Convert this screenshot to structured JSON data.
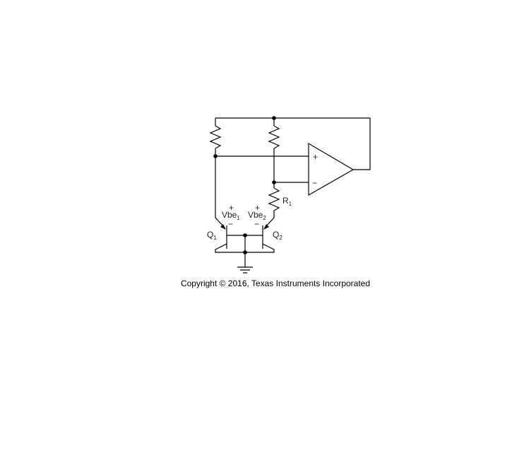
{
  "diagram": {
    "components": {
      "r1": {
        "name": "R",
        "sub": "1"
      },
      "q1": {
        "name": "Q",
        "sub": "1"
      },
      "q2": {
        "name": "Q",
        "sub": "2"
      },
      "vbe1": {
        "name": "Vbe",
        "sub": "1",
        "plus": "+",
        "minus": "−"
      },
      "vbe2": {
        "name": "Vbe",
        "sub": "2",
        "plus": "+",
        "minus": "−"
      }
    },
    "opamp": {
      "in_plus": "+",
      "in_minus": "−"
    }
  },
  "copyright": "Copyright © 2016, Texas Instruments Incorporated"
}
